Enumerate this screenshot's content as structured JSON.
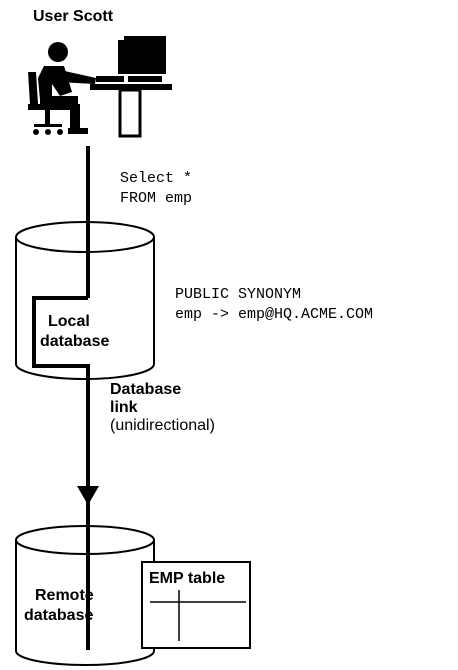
{
  "user_label": "User Scott",
  "query": {
    "line1": "Select *",
    "line2": "FROM emp"
  },
  "local_db": {
    "line1": "Local",
    "line2": "database"
  },
  "synonym": {
    "line1": "PUBLIC SYNONYM",
    "line2": "emp -> emp@HQ.ACME.COM"
  },
  "db_link": {
    "line1": "Database",
    "line2": "link",
    "line3": "(unidirectional)"
  },
  "remote_db": {
    "line1": "Remote",
    "line2": "database"
  },
  "emp_table": {
    "title": "EMP table"
  },
  "icons": {
    "user": "user-at-computer-icon",
    "database": "database-cylinder-icon"
  }
}
